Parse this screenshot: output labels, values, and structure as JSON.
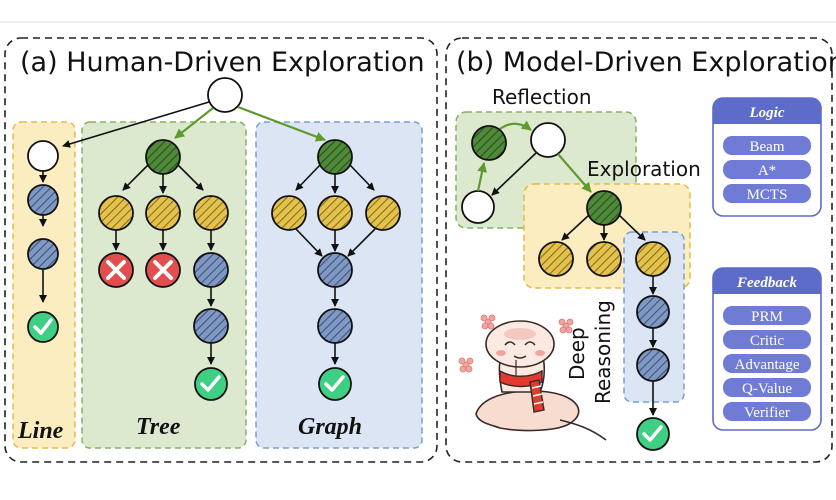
{
  "panel_a": {
    "title": "(a) Human-Driven Exploration",
    "labels": {
      "line": "Line",
      "tree": "Tree",
      "graph": "Graph"
    }
  },
  "panel_b": {
    "title": "(b) Model-Driven Exploration",
    "reflection": "Reflection",
    "exploration": "Exploration",
    "deep": "Deep",
    "reasoning": "Reasoning",
    "logic_card": {
      "title": "Logic",
      "items": [
        "Beam",
        "A*",
        "MCTS"
      ]
    },
    "feedback_card": {
      "title": "Feedback",
      "items": [
        "PRM",
        "Critic",
        "Advantage",
        "Q-Value",
        "Verifier"
      ]
    }
  },
  "colors": {
    "line_bg": "#fbedc0",
    "tree_bg": "#dde9cf",
    "graph_bg": "#dbe5f3",
    "green_node": "#4f8a3a",
    "yellow_node": "#e3c24e",
    "blue_node": "#7f99c4",
    "red_node": "#e24d4d",
    "check_node": "#3fcf84",
    "card_blue": "#5d6bc9",
    "arrow_green": "#5f9a2c"
  }
}
